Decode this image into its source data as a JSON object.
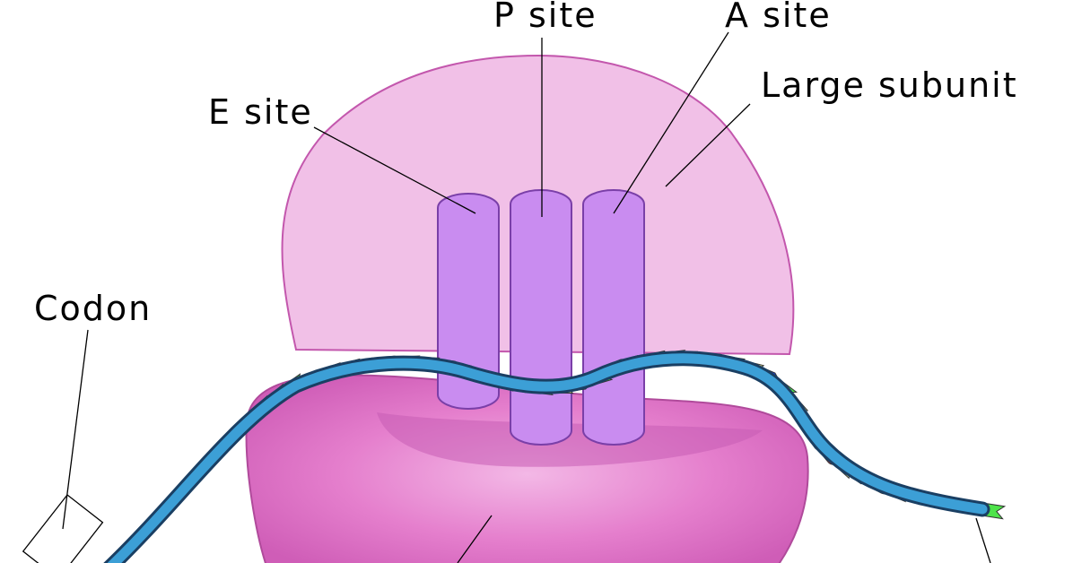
{
  "labels": {
    "p_site": "P site",
    "a_site": "A site",
    "e_site": "E site",
    "large_subunit": "Large subunit",
    "codon": "Codon"
  },
  "colors": {
    "large_subunit_fill": "#f1bde6",
    "large_subunit_stroke": "#c04fa9",
    "small_subunit_fill": "#e27ecb",
    "small_subunit_stroke": "#b04a9b",
    "site_fill": "#c98cf0",
    "site_stroke": "#7a3fa8",
    "mrna_fill": "#3c9fd6",
    "mrna_stroke": "#1a3f63",
    "base_red": "#ee2a36",
    "base_yellow": "#f3ec8e",
    "base_blue": "#1c3fe0",
    "base_green": "#4ee34a"
  },
  "base_sequence": [
    "yellow",
    "blue",
    "red",
    "yellow",
    "green",
    "yellow",
    "green",
    "red",
    "green",
    "blue",
    "yellow",
    "green",
    "green",
    "red",
    "green",
    "yellow",
    "blue",
    "red",
    "green",
    "yellow",
    "red",
    "blue",
    "red",
    "yellow",
    "blue",
    "green",
    "yellow",
    "blue",
    "green",
    "red",
    "blue",
    "yellow",
    "green",
    "blue",
    "red",
    "green",
    "yellow",
    "blue",
    "green",
    "yellow",
    "blue",
    "red",
    "red",
    "yellow",
    "blue",
    "red",
    "green",
    "red",
    "blue",
    "red",
    "blue",
    "green"
  ]
}
